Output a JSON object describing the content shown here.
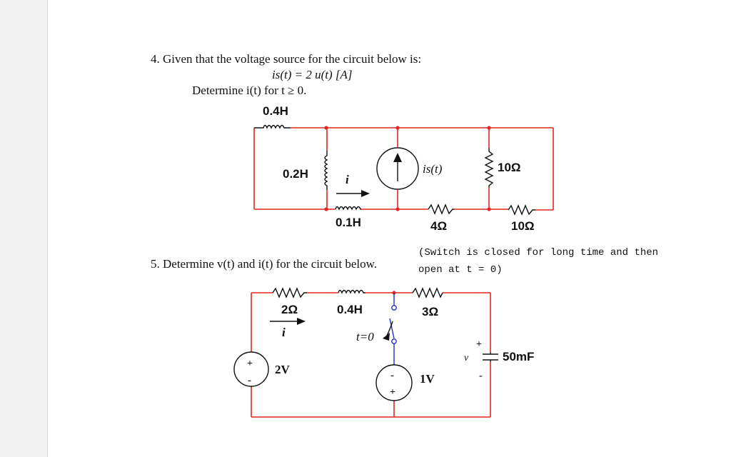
{
  "problem4": {
    "statement": "4. Given that the voltage source for the circuit below is:",
    "equation": "is(t) = 2 u(t)  [A]",
    "task": "Determine i(t) for t ≥ 0.",
    "labels": {
      "L1": "0.4H",
      "L2": "0.2H",
      "L3": "0.1H",
      "current_i": "i",
      "source": "is(t)",
      "R1": "4Ω",
      "R2": "10Ω",
      "R3": "10Ω"
    }
  },
  "problem5": {
    "statement": "5. Determine v(t) and i(t) for the circuit below.",
    "note_line1": "(Switch is closed for long time and then",
    "note_line2": "open at t = 0)",
    "labels": {
      "R1": "2Ω",
      "L1": "0.4H",
      "R2": "3Ω",
      "current_i": "i",
      "switch": "t=0",
      "V1": "2V",
      "V2": "1V",
      "cap_v": "v",
      "C": "50mF",
      "plus": "+",
      "minus": "-"
    }
  },
  "colors": {
    "wire": "#e0291f",
    "component": "#111111",
    "switch": "#2233bb"
  }
}
